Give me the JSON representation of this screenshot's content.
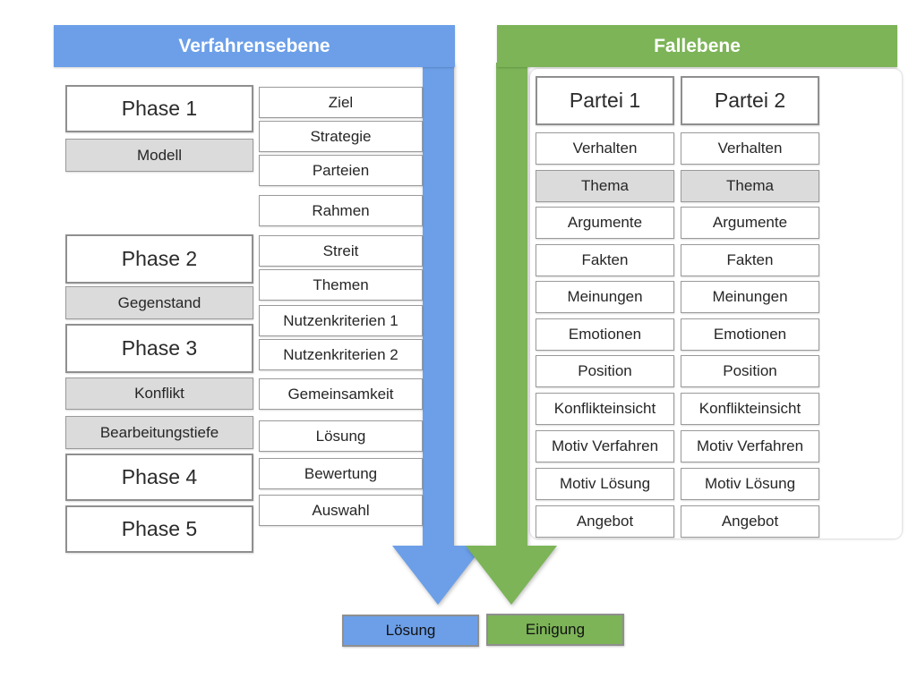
{
  "colors": {
    "blue_accent": "#6C9FE8",
    "green_accent": "#7CB457",
    "gray_fill": "#DBDBDB",
    "border_gray": "#8F8F8F"
  },
  "verfahrensebene": {
    "title": "Verfahrensebene",
    "phase_column": [
      "Phase 1",
      "Modell",
      "Phase 2",
      "Gegenstand",
      "Phase 3",
      "Konflikt",
      "Bearbeitungstiefe",
      "Phase 4",
      "Phase 5"
    ],
    "process_column": [
      "Ziel",
      "Strategie",
      "Parteien",
      "Rahmen",
      "Streit",
      "Themen",
      "Nutzenkriterien 1",
      "Nutzenkriterien 2",
      "Gemeinsamkeit",
      "Lösung",
      "Bewertung",
      "Auswahl"
    ],
    "result": "Lösung"
  },
  "fallebene": {
    "title": "Fallebene",
    "parties": [
      {
        "title": "Partei 1",
        "rows": [
          "Verhalten",
          "Thema",
          "Argumente",
          "Fakten",
          "Meinungen",
          "Emotionen",
          "Position",
          "Konflikteinsicht",
          "Motiv Verfahren",
          "Motiv Lösung",
          "Angebot"
        ]
      },
      {
        "title": "Partei 2",
        "rows": [
          "Verhalten",
          "Thema",
          "Argumente",
          "Fakten",
          "Meinungen",
          "Emotionen",
          "Position",
          "Konflikteinsicht",
          "Motiv Verfahren",
          "Motiv Lösung",
          "Angebot"
        ]
      }
    ],
    "result": "Einigung"
  }
}
